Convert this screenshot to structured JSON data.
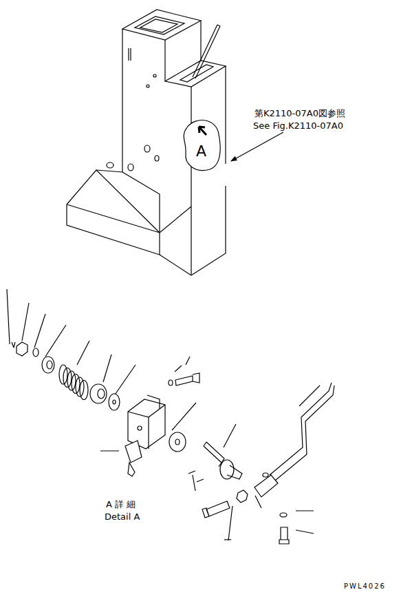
{
  "diagram": {
    "labels": [
      "第K2110-07A0図参照",
      "See Fig.K2110-07A0",
      "A",
      "A 詳 細",
      "Detail A",
      "PWL4026"
    ]
  }
}
